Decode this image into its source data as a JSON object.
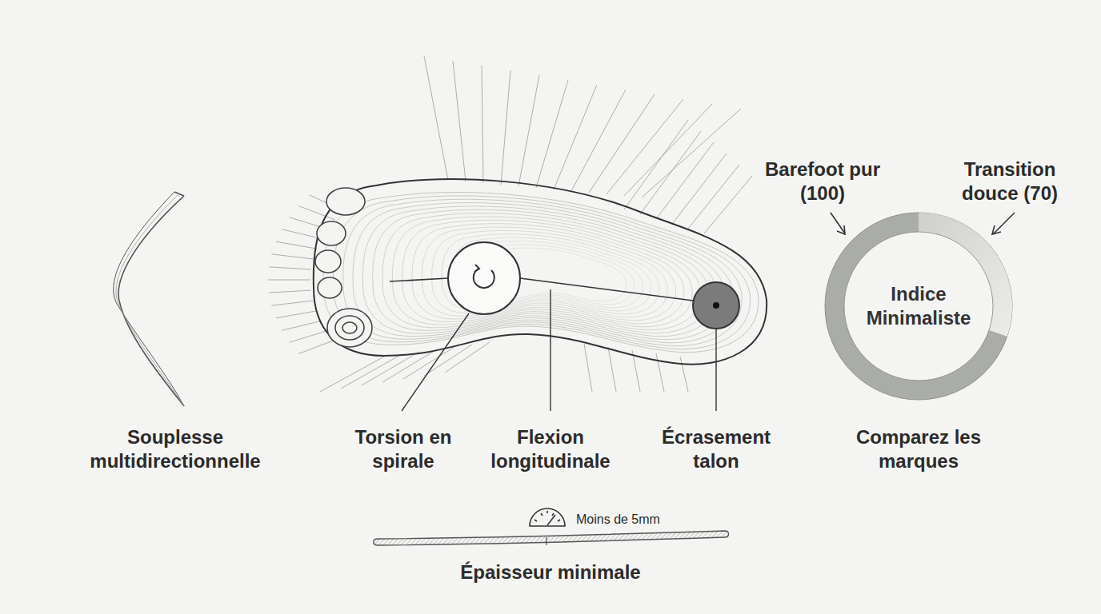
{
  "diagram": {
    "nodes": [
      {
        "text": [
          "Indice Minimaliste"
        ]
      }
    ],
    "labels": [
      "Barefoot pur (100)",
      "Transition douce (70)",
      "Souplesse multidirectionnelle",
      "Torsion en spirale",
      "Flexion longitudinale",
      "Écrasement talon",
      "Comparez les marques",
      "Moins de 5mm",
      "Épaisseur minimale"
    ]
  }
}
